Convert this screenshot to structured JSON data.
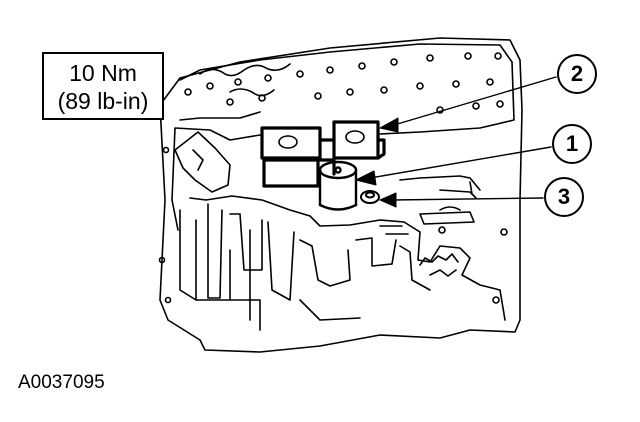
{
  "torque_spec": {
    "metric": "10 Nm",
    "imperial": "(89 lb-in)"
  },
  "callouts": {
    "one": "1",
    "two": "2",
    "three": "3"
  },
  "figure_id": "A0037095",
  "colors": {
    "line": "#000000",
    "background": "#ffffff"
  }
}
